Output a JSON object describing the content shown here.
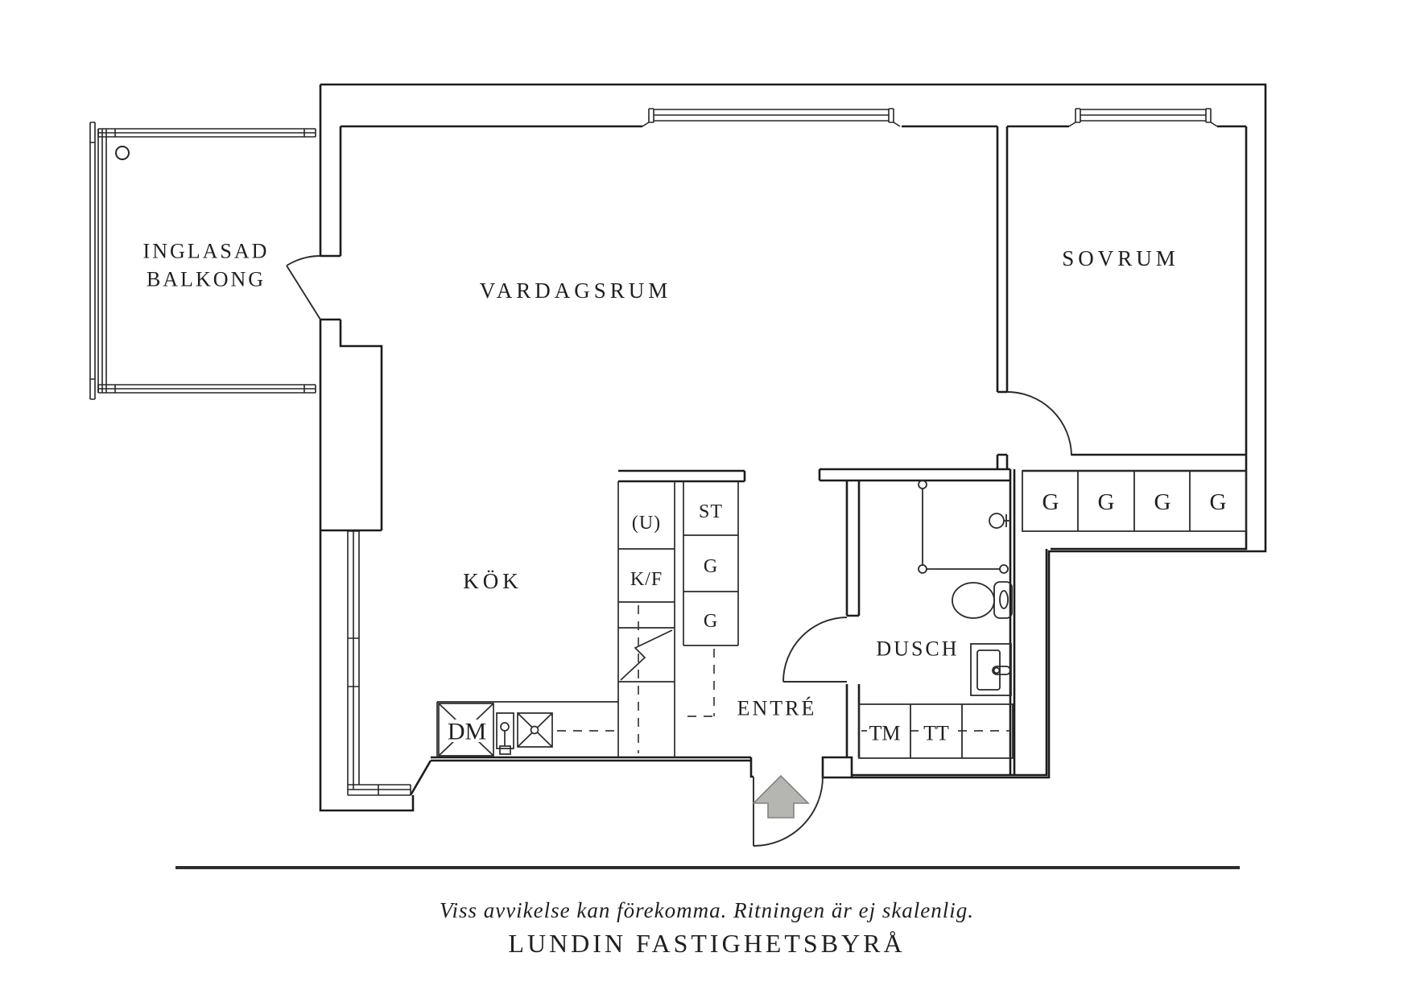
{
  "rooms": {
    "balcony_line1": "INGLASAD",
    "balcony_line2": "BALKONG",
    "living_room": "VARDAGSRUM",
    "bedroom": "SOVRUM",
    "kitchen": "KÖK",
    "shower_room": "DUSCH",
    "entry": "ENTRÉ"
  },
  "labels": {
    "dishwasher": "DM",
    "upper_cabinet": "(U)",
    "fridge_freezer": "K/F",
    "tall_cabinet": "ST",
    "kitchen_closet_1": "G",
    "kitchen_closet_2": "G",
    "washing_machine": "TM",
    "tumble_dryer": "TT",
    "wardrobes": [
      "G",
      "G",
      "G",
      "G"
    ]
  },
  "footer": {
    "disclaimer": "Viss avvikelse kan förekomma. Ritningen är ej skalenlig.",
    "company": "LUNDIN FASTIGHETSBYRÅ"
  },
  "colors": {
    "wall_line": "#1c1c1c",
    "fixture_line": "#2b2b2b",
    "arrow_fill": "#b5b5b1",
    "arrow_stroke": "#83837f",
    "background": "#ffffff"
  }
}
